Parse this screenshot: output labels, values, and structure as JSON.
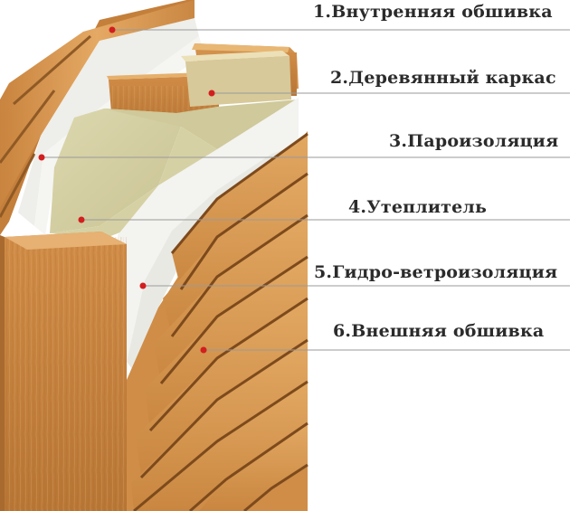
{
  "legend": {
    "items": [
      {
        "label": "1.Внутренняя обшивка"
      },
      {
        "label": "2.Деревянный каркас"
      },
      {
        "label": "3.Пароизоляция"
      },
      {
        "label": "4.Утеплитель"
      },
      {
        "label": "5.Гидро-ветроизоляция"
      },
      {
        "label": "6.Внешняя обшивка"
      }
    ]
  },
  "colors": {
    "wood_light": "#e9b36e",
    "wood_mid": "#d89a52",
    "wood_dark": "#b97737",
    "insulation": "#d8d3a8",
    "membrane": "#f1f1ee",
    "leader_line": "#9a9a9a",
    "marker": "#d21e1e"
  }
}
